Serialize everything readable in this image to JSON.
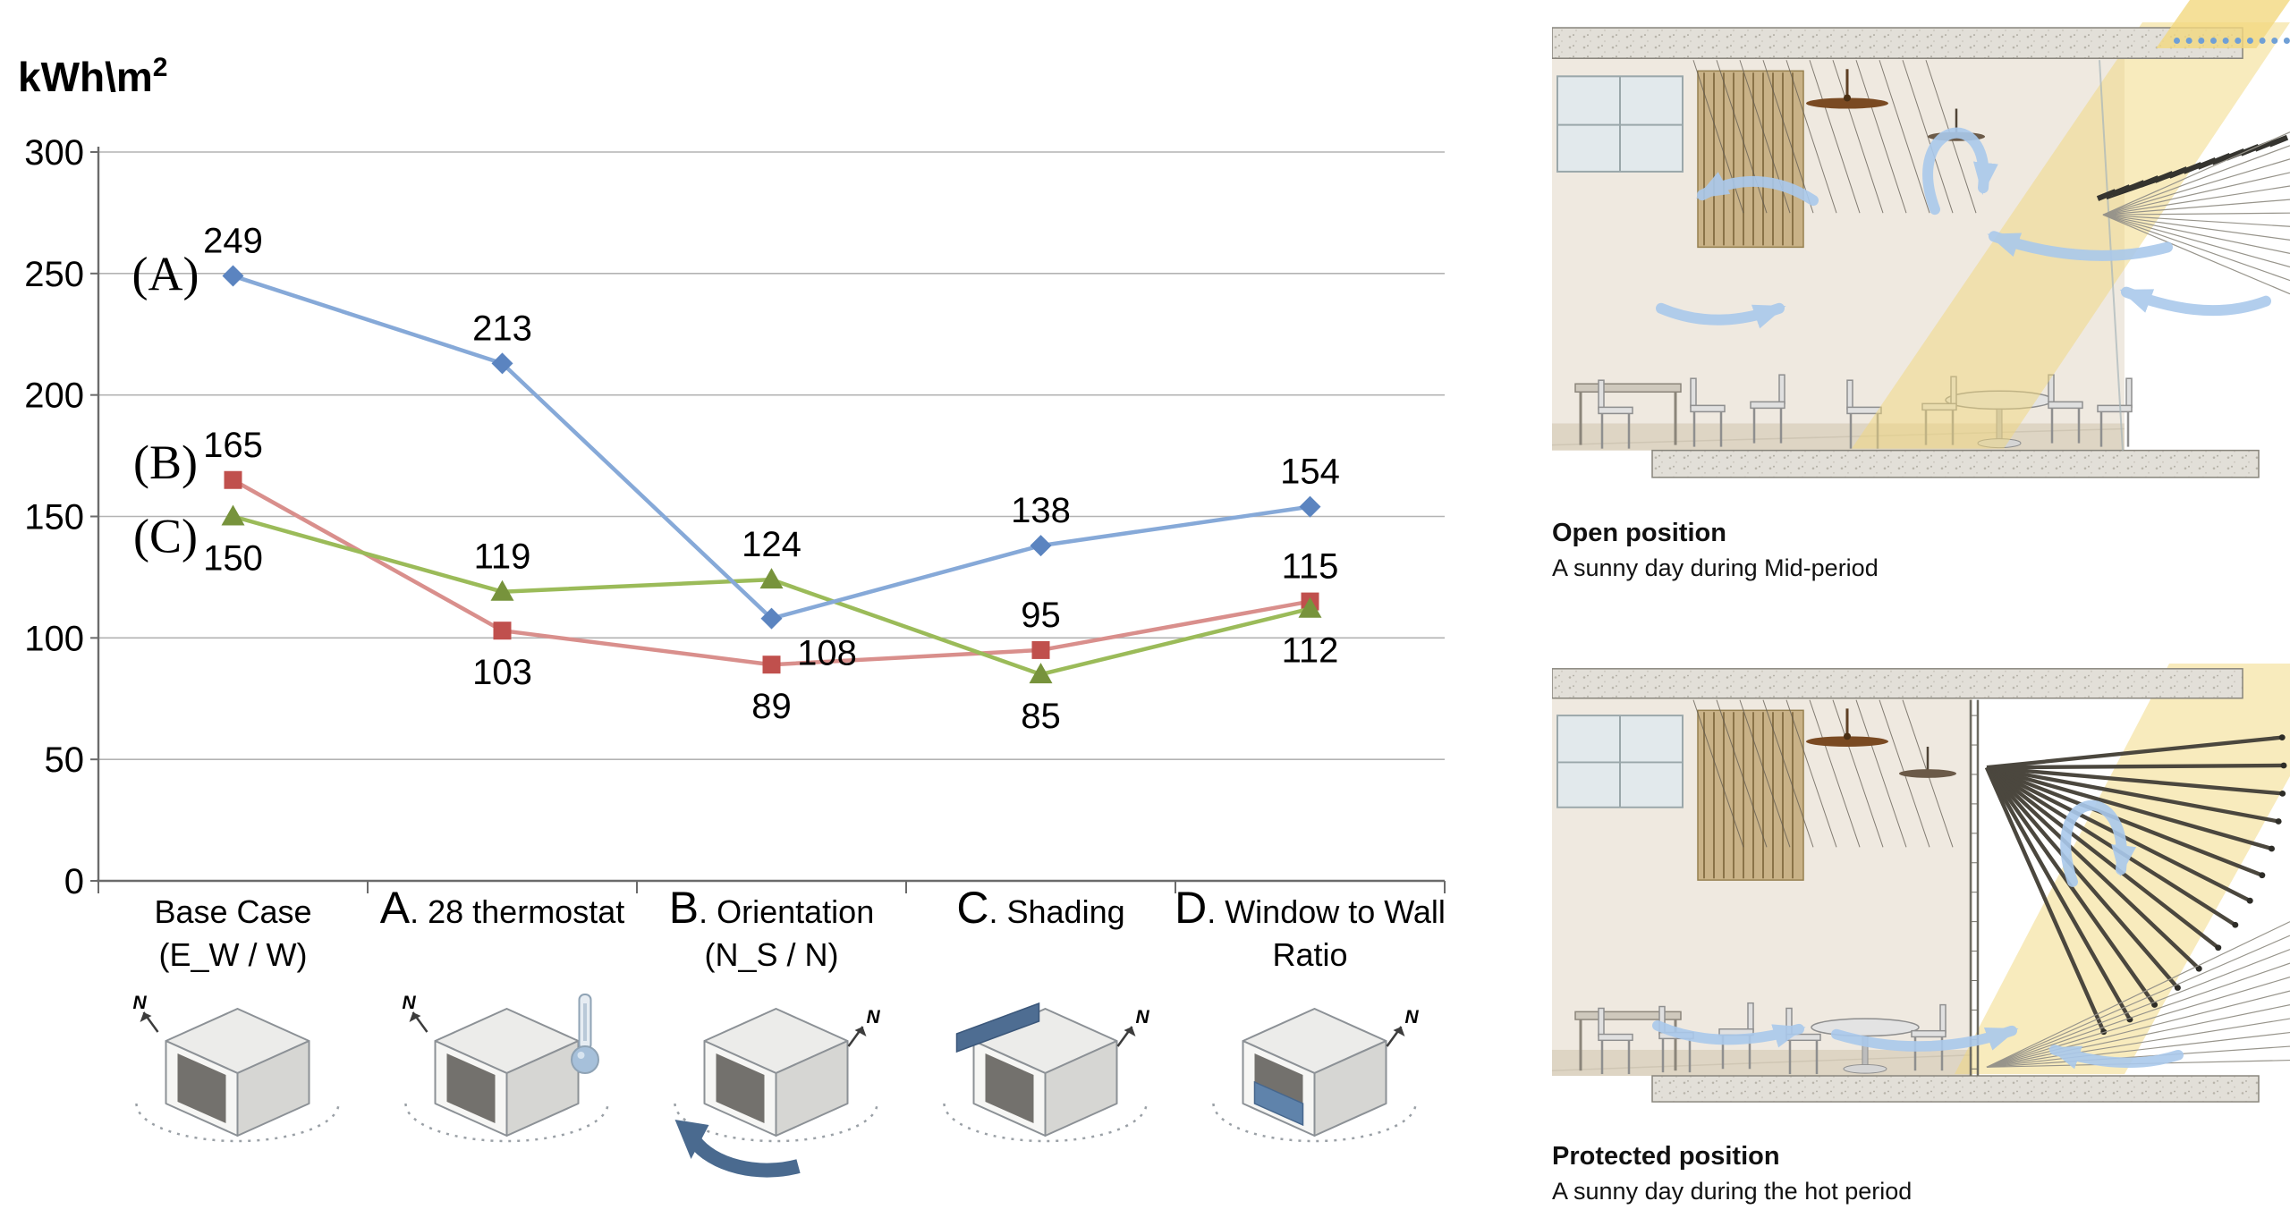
{
  "chart": {
    "unit_label": "kWh\\m",
    "unit_sup": "2",
    "categories_rich": [
      {
        "big": "",
        "line1": "Base Case",
        "line2": "(E_W / W)"
      },
      {
        "big": "A",
        "line1": ". 28 thermostat",
        "line2": ""
      },
      {
        "big": "B",
        "line1": ". Orientation",
        "line2": "(N_S / N)"
      },
      {
        "big": "C",
        "line1": ". Shading",
        "line2": ""
      },
      {
        "big": "D",
        "line1": ". Window to Wall",
        "line2": "Ratio"
      }
    ],
    "icon_variants": [
      "compass-base",
      "thermostat",
      "rotation",
      "shading-fin",
      "window-ratio"
    ]
  },
  "chart_data": {
    "type": "line",
    "title": "",
    "ylabel": "kWh\\m2",
    "xlabel": "",
    "categories": [
      "Base Case (E_W / W)",
      "A. 28 thermostat",
      "B. Orientation (N_S / N)",
      "C. Shading",
      "D. Window to Wall Ratio"
    ],
    "series": [
      {
        "name": "(A)",
        "color": "#86a9d8",
        "marker_color": "#5b84c0",
        "marker": "diamond",
        "values": [
          249,
          213,
          108,
          138,
          154
        ],
        "label_pos": [
          "above",
          "above",
          "below-right",
          "above",
          "above"
        ]
      },
      {
        "name": "(B)",
        "color": "#d98f8c",
        "marker_color": "#c0504d",
        "marker": "square",
        "values": [
          165,
          103,
          89,
          95,
          115
        ],
        "label_pos": [
          "above",
          "below",
          "below",
          "above",
          "above"
        ]
      },
      {
        "name": "(C)",
        "color": "#9bbb59",
        "marker_color": "#77933c",
        "marker": "triangle",
        "values": [
          150,
          119,
          124,
          85,
          112
        ],
        "label_pos": [
          "below",
          "above",
          "above",
          "below",
          "below"
        ]
      }
    ],
    "ylim": [
      0,
      300
    ],
    "ytick_step": 50,
    "grid": true,
    "legend_position": "left-inline-series-labels"
  },
  "panels": [
    {
      "title": "Open position",
      "subtitle": "A sunny day during Mid-period"
    },
    {
      "title": "Protected position",
      "subtitle": "A sunny day during the hot period"
    }
  ]
}
